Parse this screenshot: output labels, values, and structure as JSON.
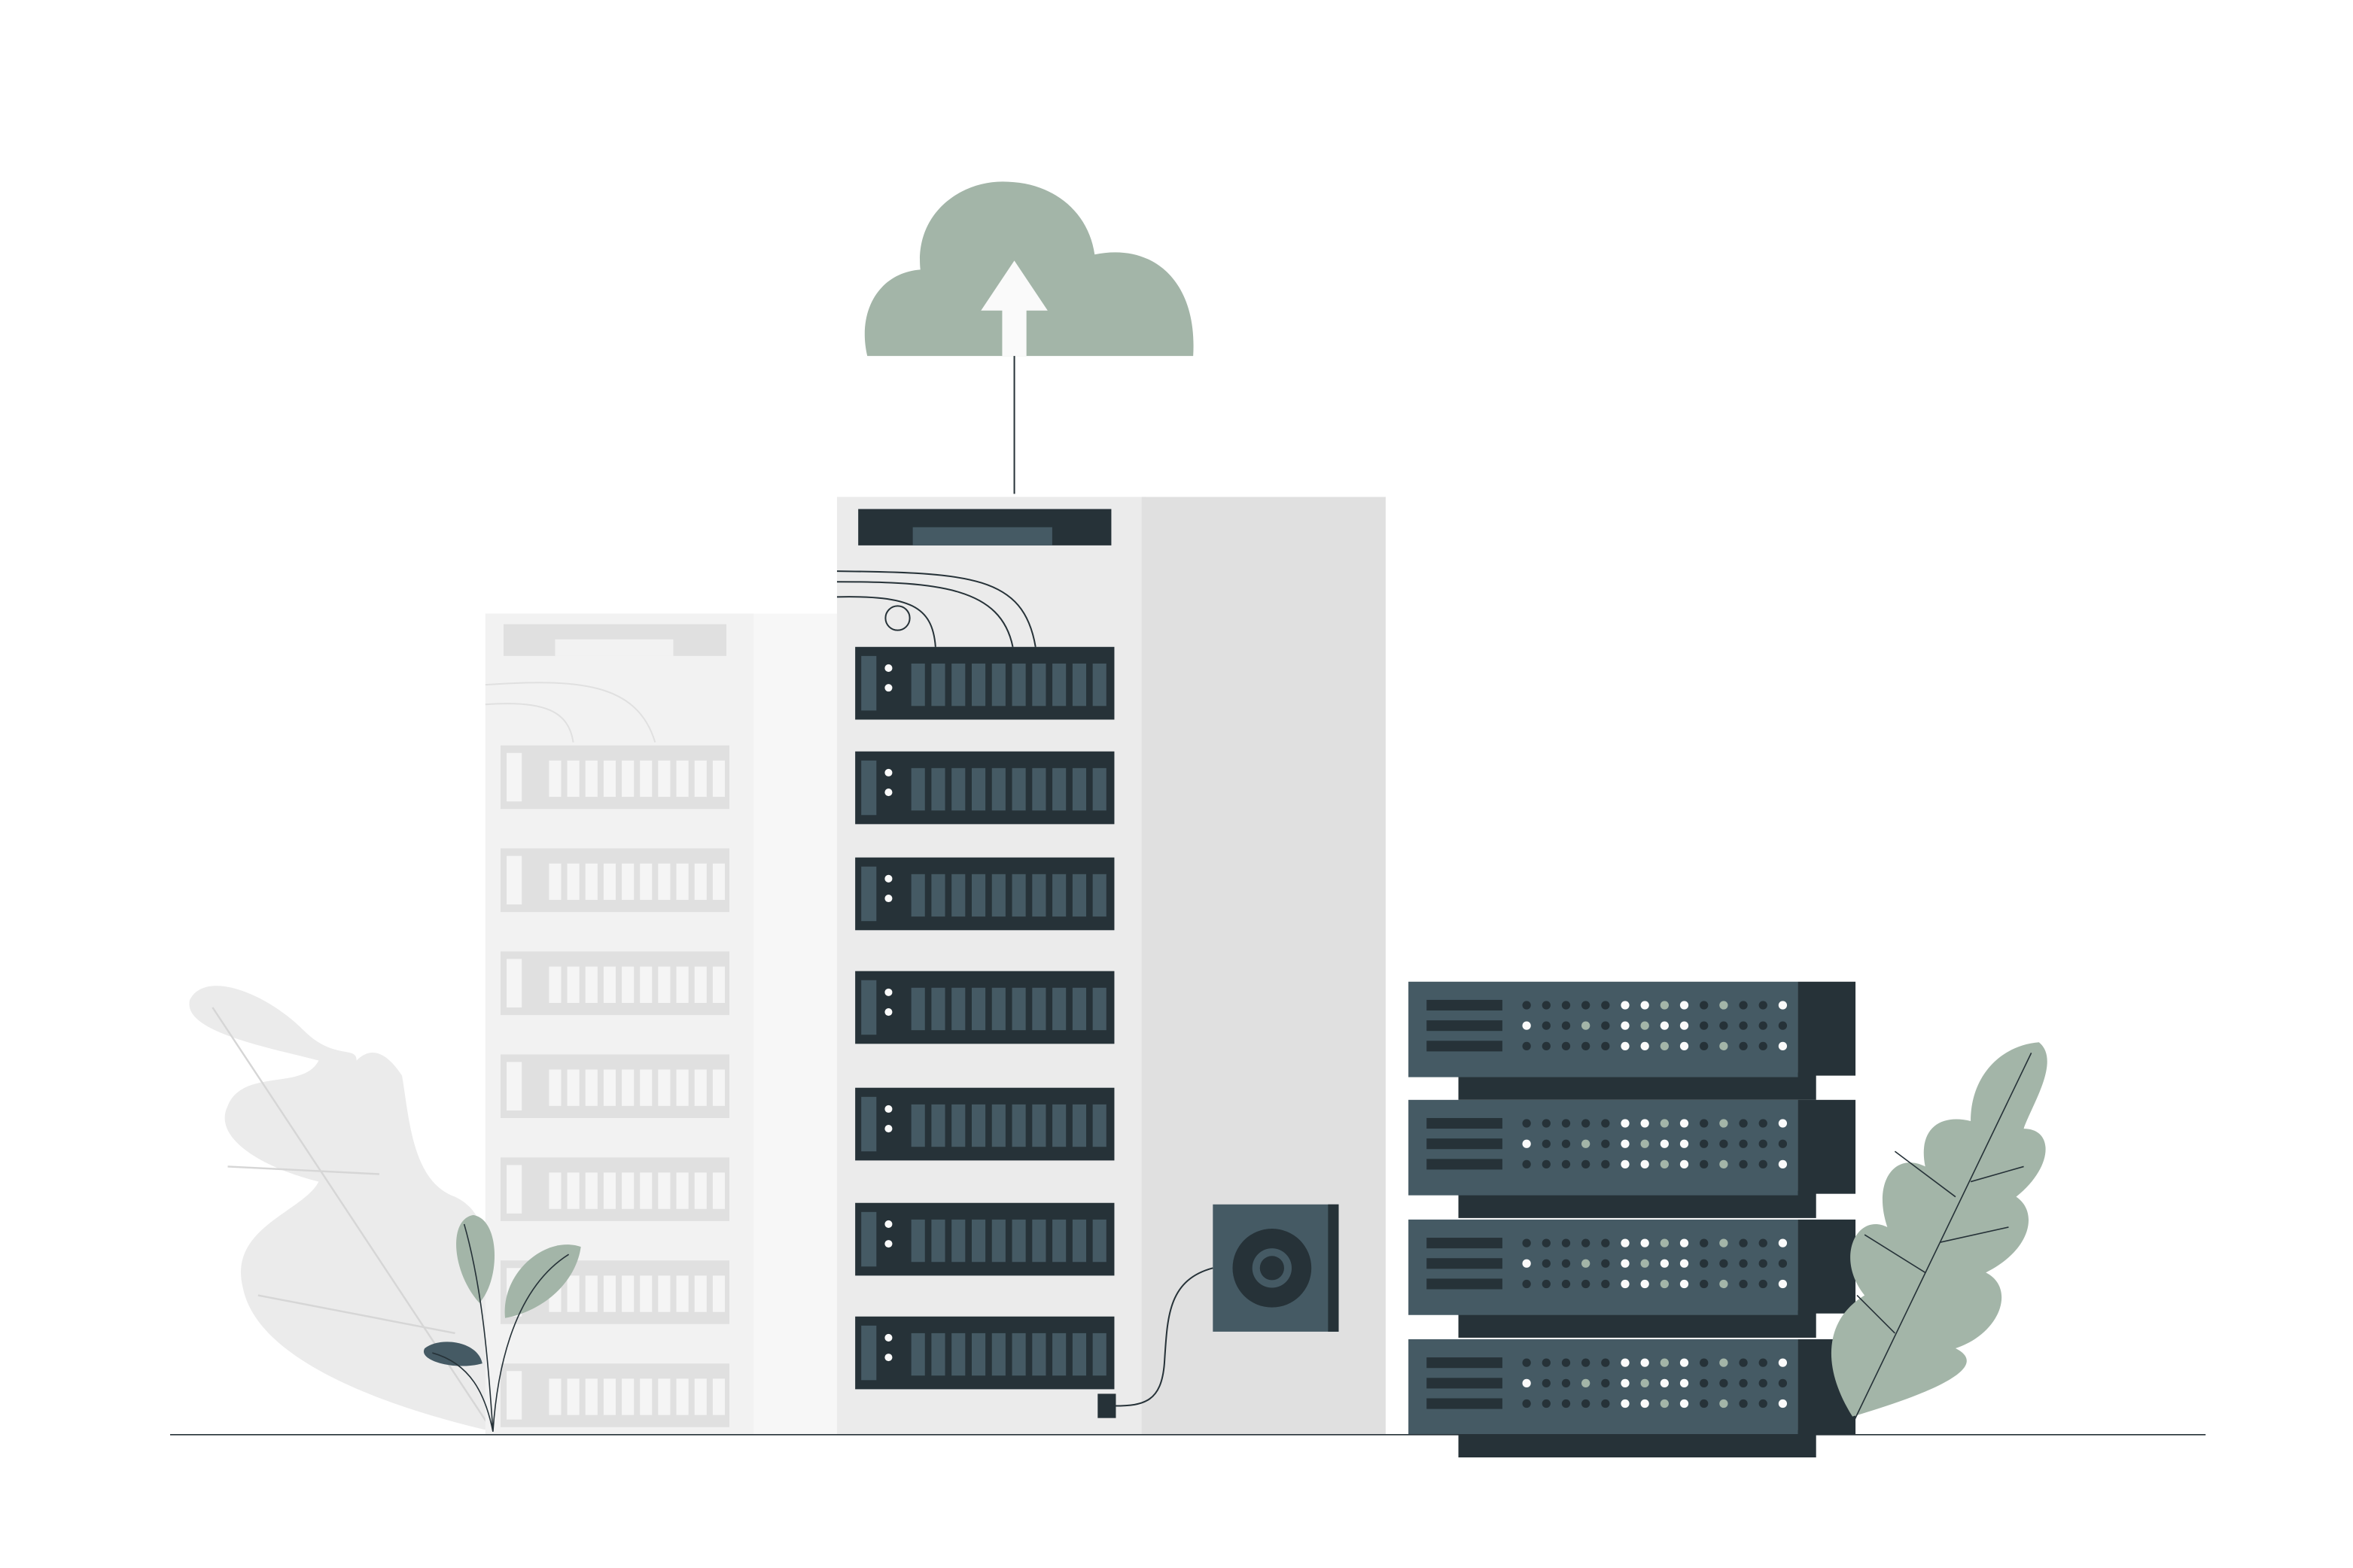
{
  "illustration": {
    "subject": "cloud-upload-server-racks",
    "colors": {
      "dark": "#263238",
      "slate": "#455a64",
      "sage": "#a3b5a8",
      "light_gray": "#ebebeb",
      "mid_gray": "#e0e0e0",
      "faded": "#f5f5f5",
      "white": "#fafafa"
    },
    "icons": [
      "cloud-upload-icon",
      "server-tower",
      "server-stack",
      "speaker-box",
      "leaf-plant"
    ]
  }
}
